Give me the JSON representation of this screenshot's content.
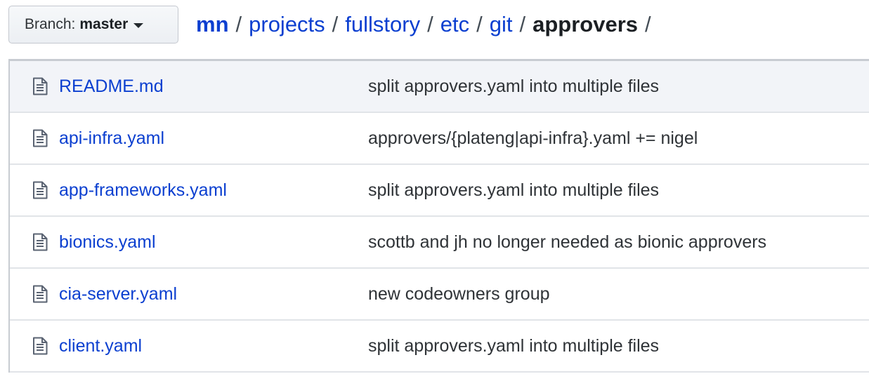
{
  "branch": {
    "label": "Branch:",
    "value": "master"
  },
  "breadcrumb": {
    "items": [
      "mn",
      "projects",
      "fullstory",
      "etc",
      "git"
    ],
    "current": "approvers",
    "separator": "/"
  },
  "files": [
    {
      "name": "README.md",
      "icon": "file-icon",
      "message": "split approvers.yaml into multiple files"
    },
    {
      "name": "api-infra.yaml",
      "icon": "file-icon",
      "message": "approvers/{plateng|api-infra}.yaml += nigel"
    },
    {
      "name": "app-frameworks.yaml",
      "icon": "file-icon",
      "message": "split approvers.yaml into multiple files"
    },
    {
      "name": "bionics.yaml",
      "icon": "file-icon",
      "message": "scottb and jh no longer needed as bionic approvers"
    },
    {
      "name": "cia-server.yaml",
      "icon": "file-icon",
      "message": "new codeowners group"
    },
    {
      "name": "client.yaml",
      "icon": "file-icon",
      "message": "split approvers.yaml into multiple files"
    }
  ],
  "colors": {
    "link": "#0b3fd0",
    "text": "#2f3337",
    "highlight_row": "#f2f4f8",
    "border": "#e1e4e8"
  }
}
